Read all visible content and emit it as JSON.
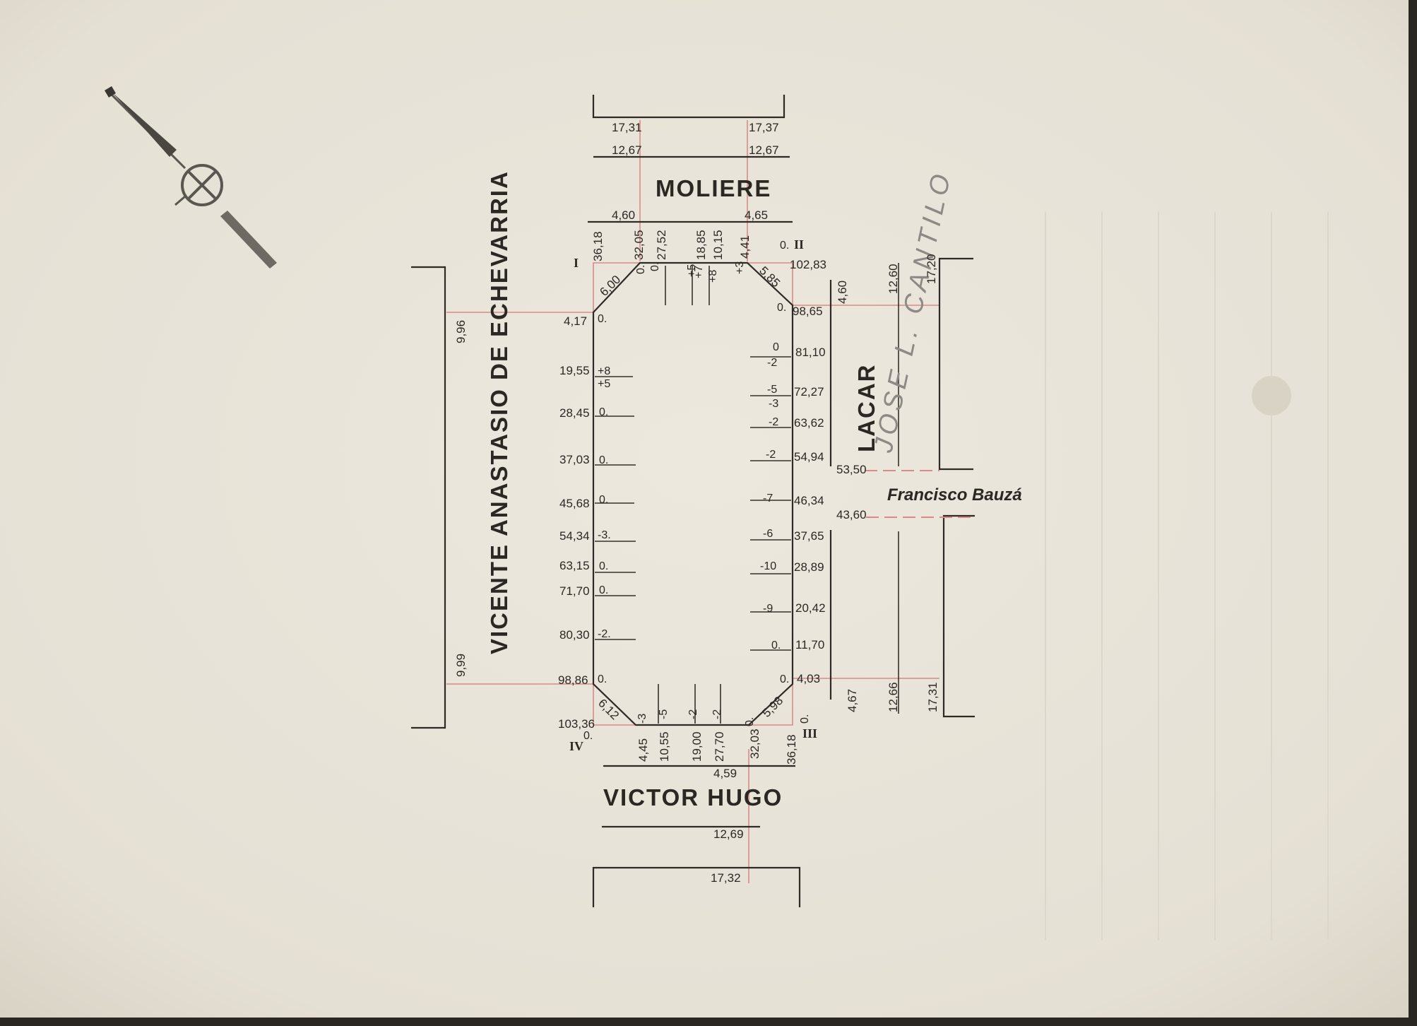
{
  "streets": {
    "top": "MOLIERE",
    "bottom": "VICTOR HUGO",
    "left": "VICENTE ANASTASIO DE ECHEVARRIA",
    "right": "LACAR",
    "side": "Francisco Bauzá"
  },
  "pencil_note": "JOSE L. CANTILO",
  "corners": {
    "c1": "I",
    "c2": "II",
    "c3": "III",
    "c4": "IV"
  },
  "top_widths": {
    "d1": "17,31",
    "d2": "17,37",
    "d3": "12,67",
    "d4": "12,67",
    "d5": "4,60",
    "d6": "4,65"
  },
  "bottom_widths": {
    "d1": "4,59",
    "d2": "12,69",
    "d3": "17,32"
  },
  "left_widths": {
    "d1": "9,96",
    "d2": "9,99"
  },
  "right_widths": {
    "d1": "4,60",
    "d2": "12,60",
    "d3": "17,20",
    "d4": "4,67",
    "d5": "12,66",
    "d6": "17,31"
  },
  "chamfers": {
    "nw": "6,00",
    "ne": "5,85",
    "sw": "6,12",
    "se": "5,98"
  },
  "left_side": {
    "p1": "4,17",
    "p2": "19,55",
    "p3": "28,45",
    "p4": "37,03",
    "p5": "45,68",
    "p6": "54,34",
    "p7": "63,15",
    "p8": "71,70",
    "p9": "80,30",
    "p10": "98,86",
    "p11": "103,36"
  },
  "left_levels": {
    "l1": "0.",
    "l2a": "+8",
    "l2b": "+5",
    "l3": "0.",
    "l4": "0.",
    "l5": "0.",
    "l6": "-3.",
    "l7": "0.",
    "l8": "0.",
    "l9": "-2.",
    "l10": "0.",
    "l11": "0."
  },
  "right_side": {
    "p1": "98,65",
    "p2": "81,10",
    "p3": "72,27",
    "p4": "63,62",
    "p5": "54,94",
    "p6": "46,34",
    "p7": "37,65",
    "p8": "28,89",
    "p9": "20,42",
    "p10": "11,70",
    "p11": "4,03",
    "p12": "102,83"
  },
  "right_levels": {
    "l1": "0.",
    "l2a": "0",
    "l2b": "-2",
    "l3a": "-5",
    "l3b": "-3",
    "l4": "-2",
    "l5": "-2",
    "l6": "-7",
    "l7": "-6",
    "l8": "-10",
    "l9": "-9",
    "l10": "0.",
    "l11": "0.",
    "l12": "0."
  },
  "top_side": {
    "p1": "36,18",
    "p2": "32,05",
    "p3": "27,52",
    "p4": "18,85",
    "p5": "10,15",
    "p6": "4,41"
  },
  "top_levels": {
    "l1": "0.",
    "l2": "0.",
    "l3": "+5",
    "l4": "+7",
    "l5": "+8",
    "l6": "+3"
  },
  "bottom_side": {
    "p1": "4,45",
    "p2": "10,55",
    "p3": "19,00",
    "p4": "27,70",
    "p5": "32,03",
    "p6": "36,18"
  },
  "bottom_levels": {
    "l1": "-3",
    "l2": "-5",
    "l3": "-2",
    "l4": "-2",
    "l5": "0.",
    "l6": "0."
  },
  "lacar_ticks": {
    "a": "53,50",
    "b": "43,60"
  },
  "colors": {
    "paper": "#e9e5da",
    "ink": "#2e2b27",
    "red_line": "#d98a8a",
    "pencil": "#8d8a86"
  }
}
